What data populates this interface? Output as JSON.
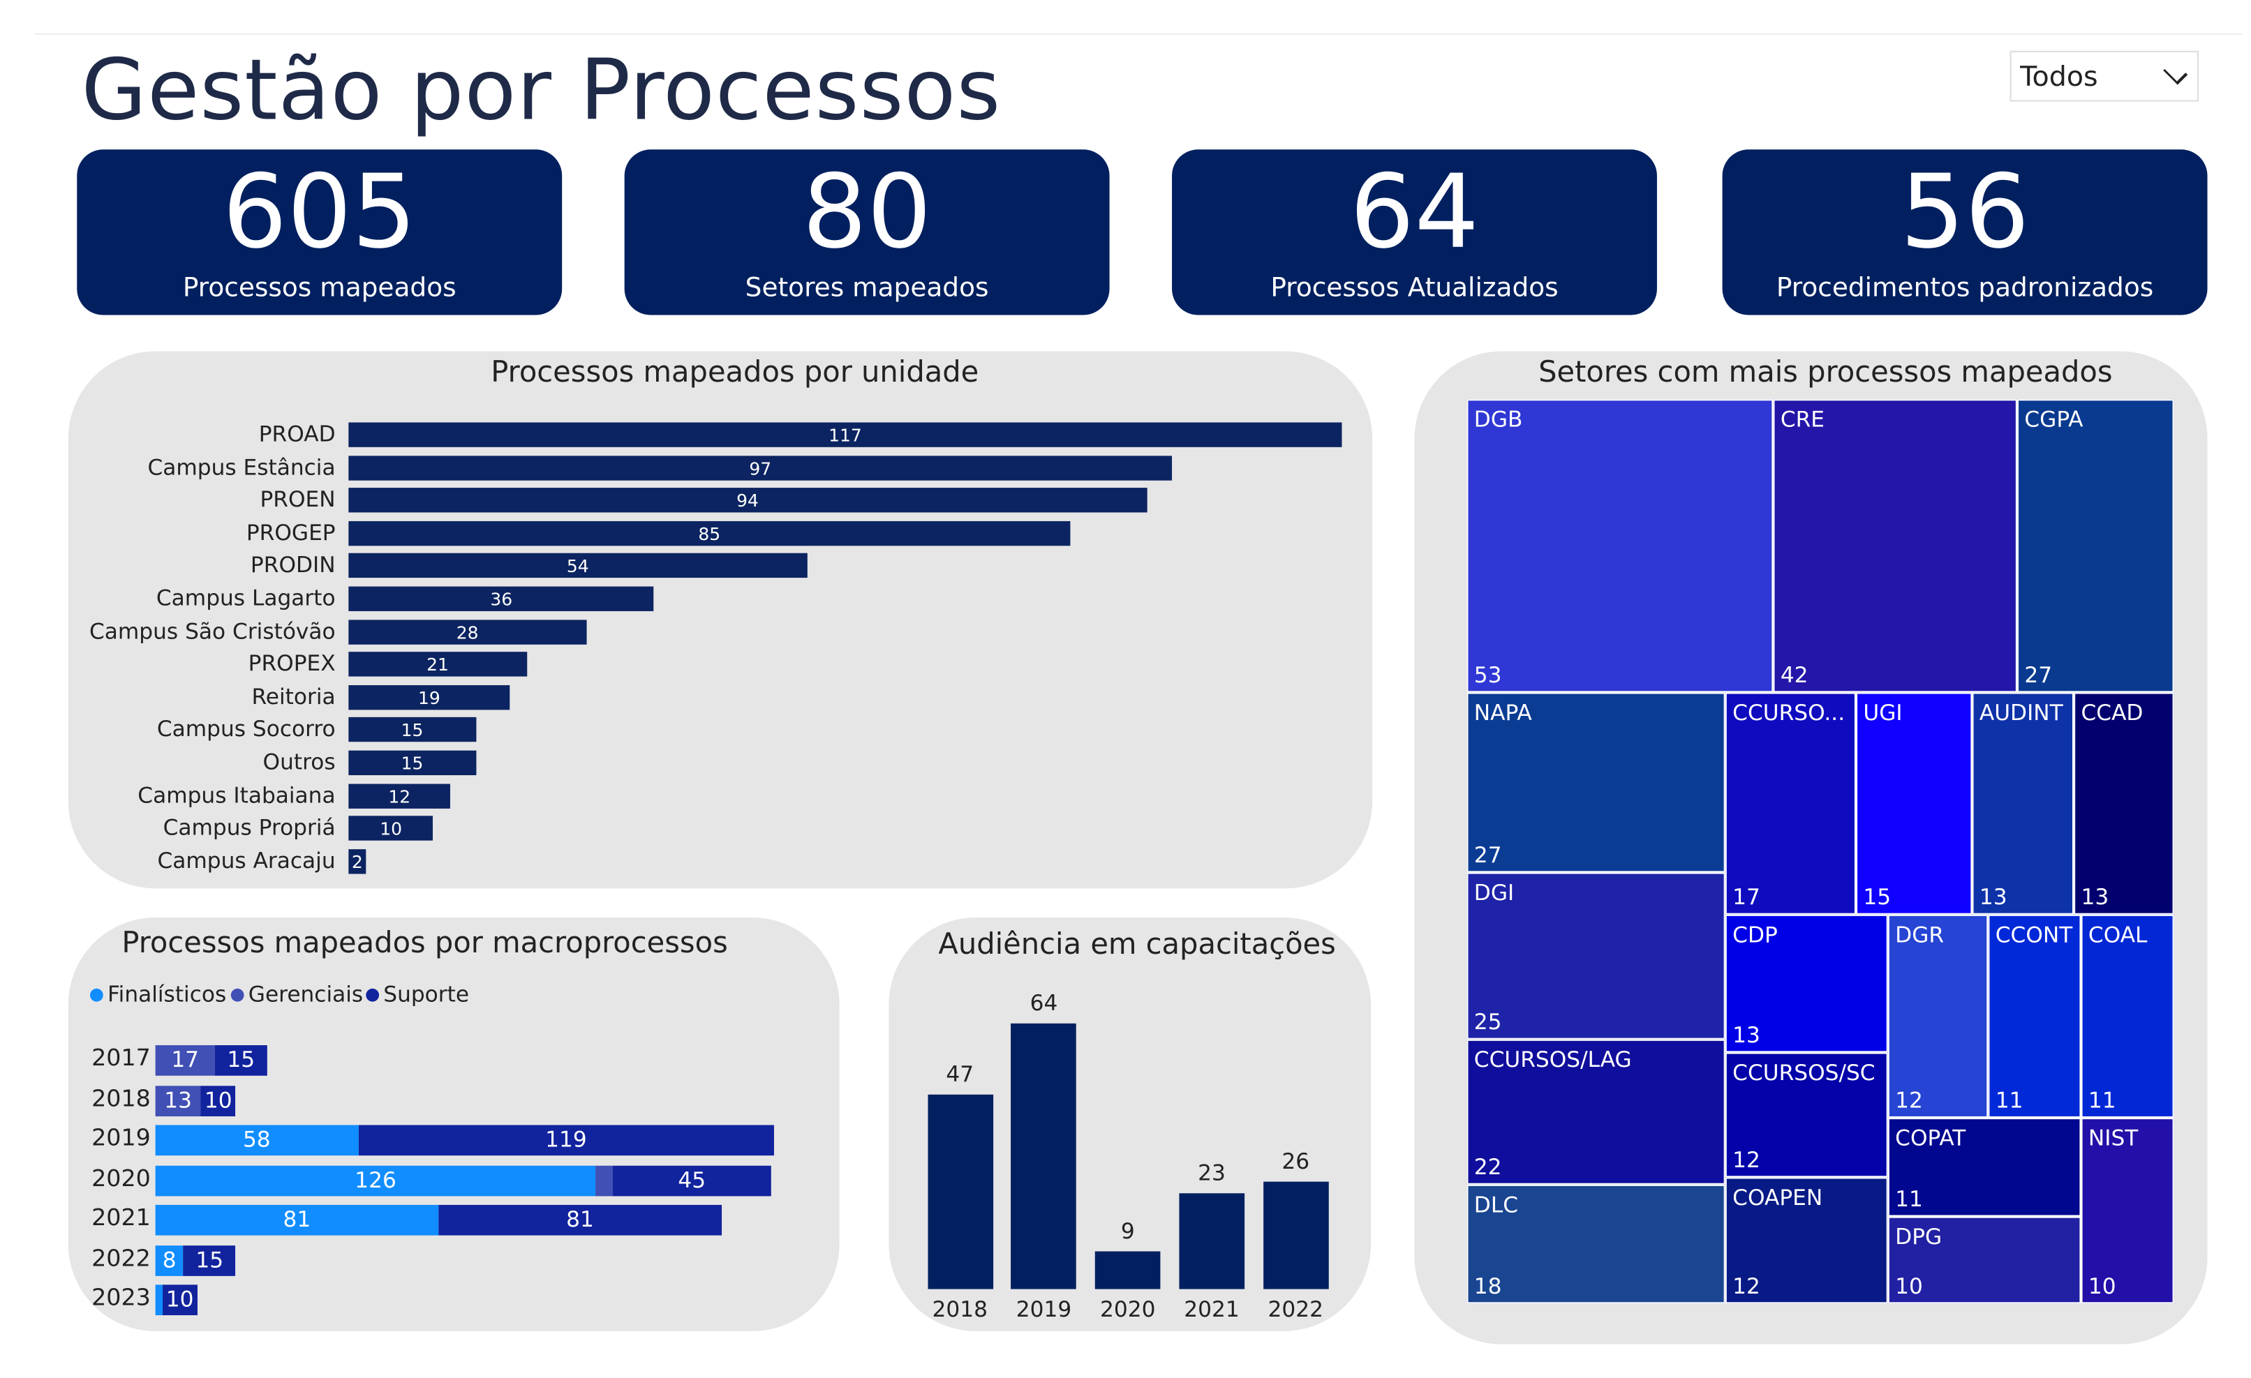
{
  "header": {
    "title": "Gestão por Processos",
    "filter_value": "Todos"
  },
  "kpis": [
    {
      "value": "605",
      "label": "Processos mapeados"
    },
    {
      "value": "80",
      "label": "Setores mapeados"
    },
    {
      "value": "64",
      "label": "Processos Atualizados"
    },
    {
      "value": "56",
      "label": "Procedimentos padronizados"
    }
  ],
  "chart_data": [
    {
      "type": "bar",
      "title": "Processos mapeados por unidade",
      "orientation": "horizontal",
      "categories": [
        "PROAD",
        "Campus Estância",
        "PROEN",
        "PROGEP",
        "PRODIN",
        "Campus Lagarto",
        "Campus São Cristóvão",
        "PROPEX",
        "Reitoria",
        "Campus Socorro",
        "Outros",
        "Campus Itabaiana",
        "Campus Propriá",
        "Campus Aracaju"
      ],
      "values": [
        117,
        97,
        94,
        85,
        54,
        36,
        28,
        21,
        19,
        15,
        15,
        12,
        10,
        2
      ],
      "color": "#0c2461"
    },
    {
      "type": "bar",
      "stacked": true,
      "orientation": "horizontal",
      "title": "Processos mapeados por macroprocessos",
      "categories": [
        "2017",
        "2018",
        "2019",
        "2020",
        "2021",
        "2022",
        "2023"
      ],
      "series": [
        {
          "name": "Finalísticos",
          "color": "#118dff",
          "values": [
            0,
            0,
            58,
            126,
            81,
            8,
            2
          ],
          "labels": [
            null,
            null,
            "58",
            "126",
            "81",
            "8",
            null
          ]
        },
        {
          "name": "Gerenciais",
          "color": "#4050b5",
          "values": [
            17,
            13,
            0,
            5,
            0,
            0,
            0
          ],
          "labels": [
            "17",
            "13",
            null,
            null,
            null,
            null,
            null
          ]
        },
        {
          "name": "Suporte",
          "color": "#12239e",
          "values": [
            15,
            10,
            119,
            45,
            81,
            15,
            10
          ],
          "labels": [
            "15",
            "10",
            "119",
            "45",
            "81",
            "15",
            "10"
          ]
        }
      ],
      "legend": "top-left"
    },
    {
      "type": "bar",
      "title": "Audiência em capacitações",
      "categories": [
        "2018",
        "2019",
        "2020",
        "2021",
        "2022"
      ],
      "values": [
        47,
        64,
        9,
        23,
        26
      ],
      "color": "#02205f"
    },
    {
      "type": "treemap",
      "title": "Setores com mais processos mapeados",
      "items": [
        {
          "name": "DGB",
          "value": 53,
          "color": "#2f37d4"
        },
        {
          "name": "CRE",
          "value": 42,
          "color": "#2316a8"
        },
        {
          "name": "CGPA",
          "value": 27,
          "color": "#0a3a8f"
        },
        {
          "name": "NAPA",
          "value": 27,
          "color": "#0b3c94"
        },
        {
          "name": "DGI",
          "value": 25,
          "color": "#1e23a8"
        },
        {
          "name": "CCURSOS/LAG",
          "value": 22,
          "color": "#100e9c"
        },
        {
          "name": "DLC",
          "value": 18,
          "color": "#1a4591"
        },
        {
          "name": "CCURSO...",
          "value": 17,
          "color": "#0f0cbf"
        },
        {
          "name": "UGI",
          "value": 15,
          "color": "#0f00ff"
        },
        {
          "name": "AUDINT",
          "value": 13,
          "color": "#0e32a8"
        },
        {
          "name": "CCAD",
          "value": 13,
          "color": "#02006e"
        },
        {
          "name": "CDP",
          "value": 13,
          "color": "#0000e6"
        },
        {
          "name": "CCURSOS/SC",
          "value": 12,
          "color": "#0303a9"
        },
        {
          "name": "COAPEN",
          "value": 12,
          "color": "#081a86"
        },
        {
          "name": "DGR",
          "value": 12,
          "color": "#2645d4"
        },
        {
          "name": "CCONT",
          "value": 11,
          "color": "#0229d8"
        },
        {
          "name": "COAL",
          "value": 11,
          "color": "#0228d6"
        },
        {
          "name": "COPAT",
          "value": 11,
          "color": "#02078f"
        },
        {
          "name": "DPG",
          "value": 10,
          "color": "#2220a3"
        },
        {
          "name": "NIST",
          "value": 10,
          "color": "#2210a8"
        }
      ]
    }
  ]
}
